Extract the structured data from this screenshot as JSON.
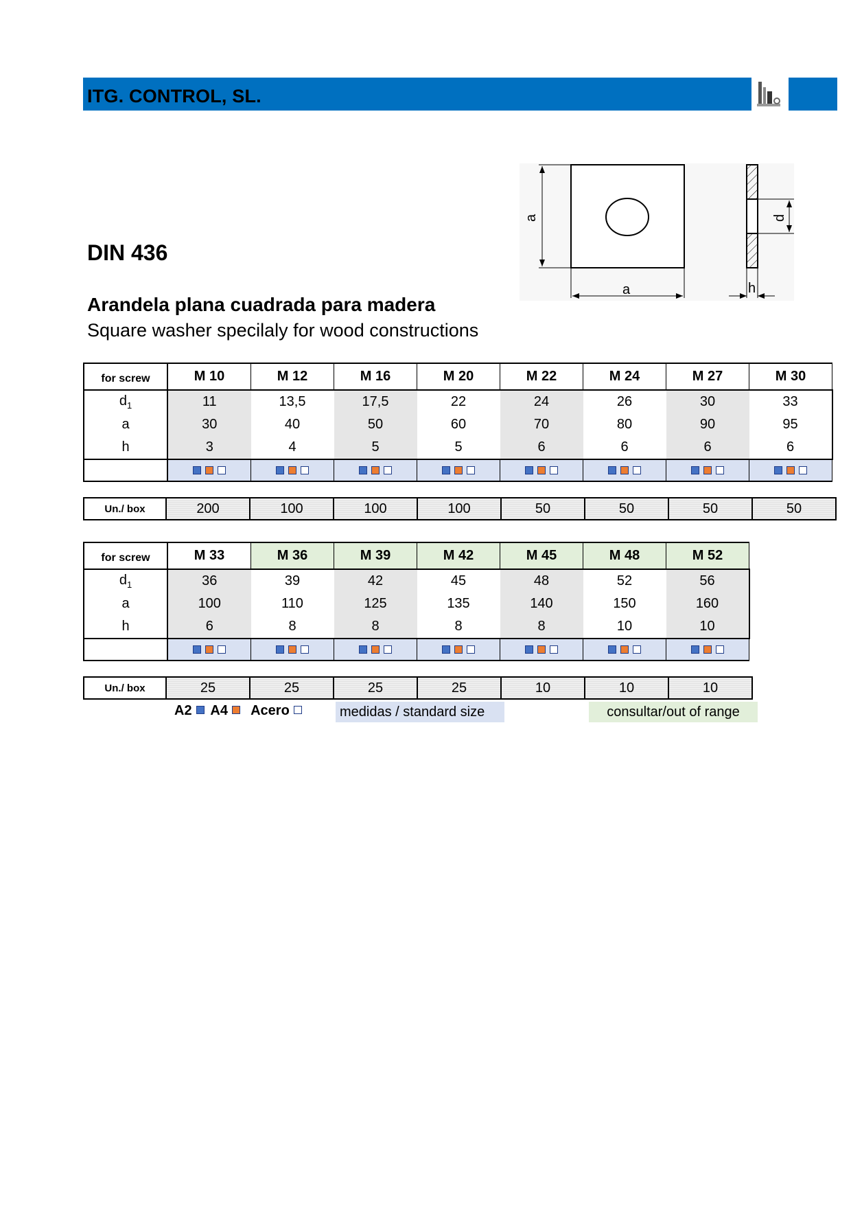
{
  "header": {
    "company": "ITG. CONTROL, SL."
  },
  "title": "DIN 436",
  "subtitle_es": "Arandela plana cuadrada para madera",
  "subtitle_en": "Square washer specilaly for wood constructions",
  "drawing": {
    "label_a": "a",
    "label_a_side": "a",
    "label_d": "d",
    "label_h": "h"
  },
  "labels": {
    "for_screw": "for screw",
    "d1": "d",
    "d1_sub": "1",
    "a": "a",
    "h": "h",
    "un_box": "Un./ box"
  },
  "table1": {
    "screws": [
      "M 10",
      "M 12",
      "M 16",
      "M 20",
      "M 22",
      "M 24",
      "M 27",
      "M 30"
    ],
    "d1": [
      "11",
      "13,5",
      "17,5",
      "22",
      "24",
      "26",
      "30",
      "33"
    ],
    "a": [
      "30",
      "40",
      "50",
      "60",
      "70",
      "80",
      "90",
      "95"
    ],
    "h": [
      "3",
      "4",
      "5",
      "5",
      "6",
      "6",
      "6",
      "6"
    ],
    "un_box": [
      "200",
      "100",
      "100",
      "100",
      "50",
      "50",
      "50",
      "50"
    ]
  },
  "table2": {
    "screws": [
      "M 33",
      "M 36",
      "M 39",
      "M 42",
      "M 45",
      "M 48",
      "M 52"
    ],
    "d1": [
      "36",
      "39",
      "42",
      "45",
      "48",
      "52",
      "56"
    ],
    "a": [
      "100",
      "110",
      "125",
      "135",
      "140",
      "150",
      "160"
    ],
    "h": [
      "6",
      "8",
      "8",
      "8",
      "8",
      "10",
      "10"
    ],
    "un_box": [
      "25",
      "25",
      "25",
      "25",
      "10",
      "10",
      "10"
    ]
  },
  "legend": {
    "a2": "A2",
    "a4": "A4",
    "acero": "Acero",
    "standard": "medidas / standard size",
    "out_of_range": "consultar/out of range"
  },
  "colors": {
    "header_blue": "#0070c0",
    "a2": "#4472c4",
    "a4": "#ed7d31",
    "standard_bg": "#d9e1f2",
    "out_of_range_bg": "#e2efda",
    "cell_grey": "#e6e6e6"
  }
}
